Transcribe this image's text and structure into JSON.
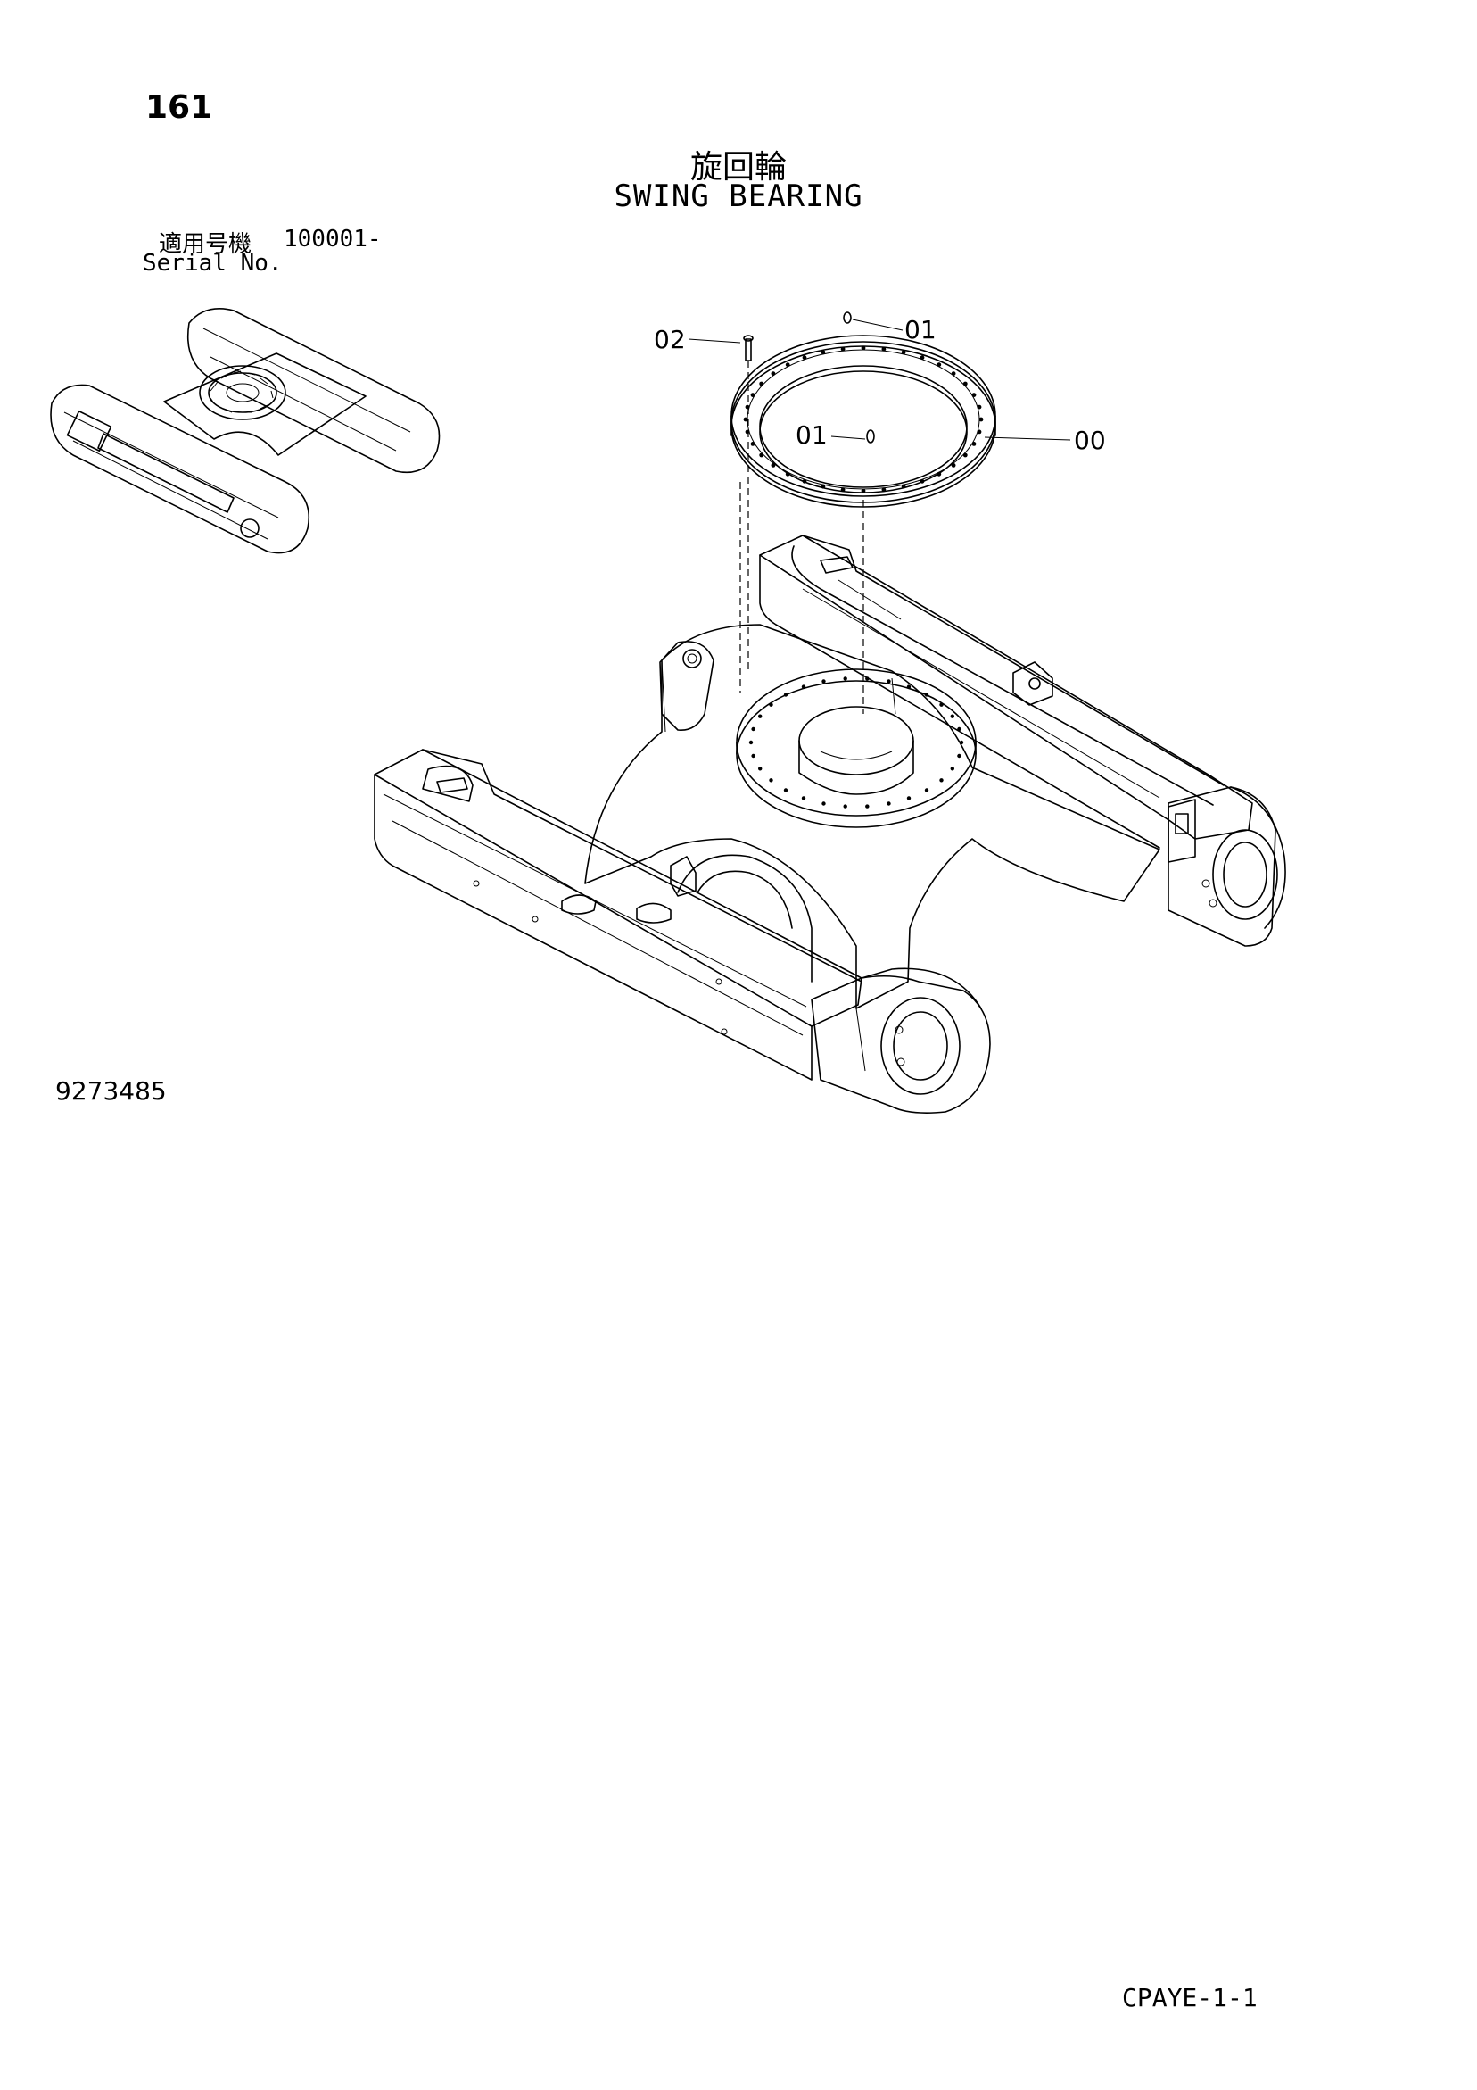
{
  "header": {
    "page_number": "161",
    "title_jp": "旋回輪",
    "title_en": "SWING BEARING",
    "serial_label_jp": "適用号機",
    "serial_range": "100001-",
    "serial_label_en": "Serial No."
  },
  "callouts": {
    "c02": "02",
    "c01_top": "01",
    "c01_inner": "01",
    "c00": "00"
  },
  "footer": {
    "drawing_number": "9273485",
    "catalog_code": "CPAYE-1-1"
  },
  "colors": {
    "ink": "#000000",
    "paper": "#ffffff"
  }
}
